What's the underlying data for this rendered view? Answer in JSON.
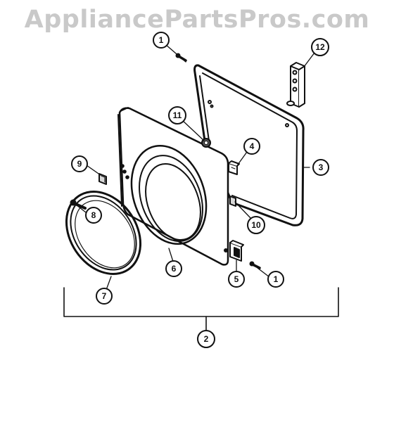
{
  "watermark": "AppliancePartsPros.com",
  "callouts": {
    "c1a": "1",
    "c12": "12",
    "c11": "11",
    "c4": "4",
    "c3": "3",
    "c9": "9",
    "c8": "8",
    "c10": "10",
    "c6": "6",
    "c5": "5",
    "c1b": "1",
    "c7": "7",
    "c2": "2"
  }
}
